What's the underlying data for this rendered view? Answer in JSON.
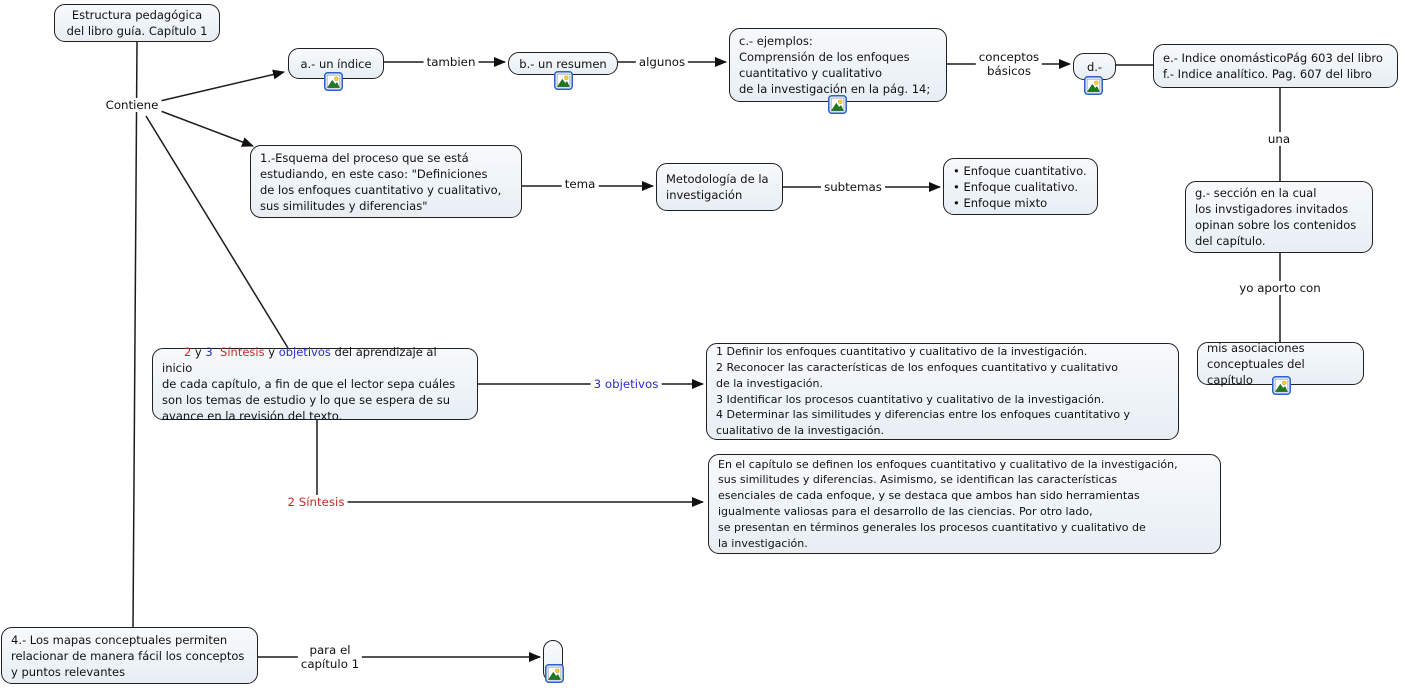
{
  "colors": {
    "box_fill": "#edf2f7",
    "box_border": "#202020",
    "line": "#1c1c1c",
    "red_text": "#cc2929",
    "blue_text": "#2b2bd0",
    "icon_border_blue": "#2f62c4"
  },
  "icons": {
    "resource": "image-resource-icon"
  },
  "nodes": {
    "estructura": "Estructura pedagógica\ndel libro guía. Capítulo 1",
    "indice": "a.- un índice",
    "resumen": "b.- un resumen",
    "ejemplos": "c.- ejemplos:\nComprensión de los enfoques\ncuantitativo y cualitativo\nde la investigación en la pág. 14;",
    "d": "d.-",
    "indices_ef": "e.- Indice onomásticoPág 603 del libro\nf.- Indice analítico. Pag. 607 del libro",
    "esquema": "1.-Esquema del proceso que se está\nestudiando, en este caso: \"Definiciones\nde los enfoques cuantitativo y cualitativo,\nsus similitudes y diferencias\"",
    "metodologia": "Metodología de la\ninvestigación",
    "enfoques": "• Enfoque cuantitativo.\n• Enfoque cualitativo.\n• Enfoque mixto",
    "seccion_g": "g.- sección en la cual\nlos invstigadores invitados\nopinan sobre los contenidos\ndel capítulo.",
    "asociaciones": "mis asociaciones\nconceptuales del capítulo",
    "sintesis23": {
      "n2": "2",
      "y1": " y ",
      "n3": "3",
      "sintesis": "  Síntesis",
      "y2": " y ",
      "objetivos": "objetivos",
      "rest": " del aprendizaje al inicio\nde cada capítulo, a fin de que el lector sepa cuáles\nson los temas de estudio y lo que se espera de su\navance en la revisión del texto."
    },
    "objetivos_list": "1 Definir los enfoques cuantitativo y cualitativo de la investigación.\n2 Reconocer las características de los enfoques cuantitativo y cualitativo\nde la investigación.\n3 Identificar los procesos cuantitativo y cualitativo de la investigación.\n4 Determinar las similitudes y diferencias entre los enfoques cuantitativo y\ncualitativo de la investigación.",
    "sintesis_texto": "En el capítulo se definen los enfoques cuantitativo y cualitativo de la investigación,\nsus similitudes y diferencias. Asimismo, se identifican las características\nesenciales de cada enfoque, y se destaca que ambos han sido herramientas\nigualmente valiosas para el desarrollo de las ciencias. Por otro lado,\nse presentan en términos generales los procesos cuantitativo y cualitativo de\nla investigación.",
    "mapas": "4.- Los mapas conceptuales permiten\nrelacionar de manera fácil los conceptos\ny puntos relevantes"
  },
  "links": {
    "contiene": "Contiene",
    "tambien": "tambien",
    "algunos": "algunos",
    "conceptos": "conceptos\nbásicos",
    "una": "una",
    "yo_aporto": "yo aporto con",
    "tema": "tema",
    "subtemas": "subtemas",
    "objetivos": "3 objetivos",
    "sintesis": "2 Síntesis",
    "para_el": "para el\ncapítulo 1"
  }
}
